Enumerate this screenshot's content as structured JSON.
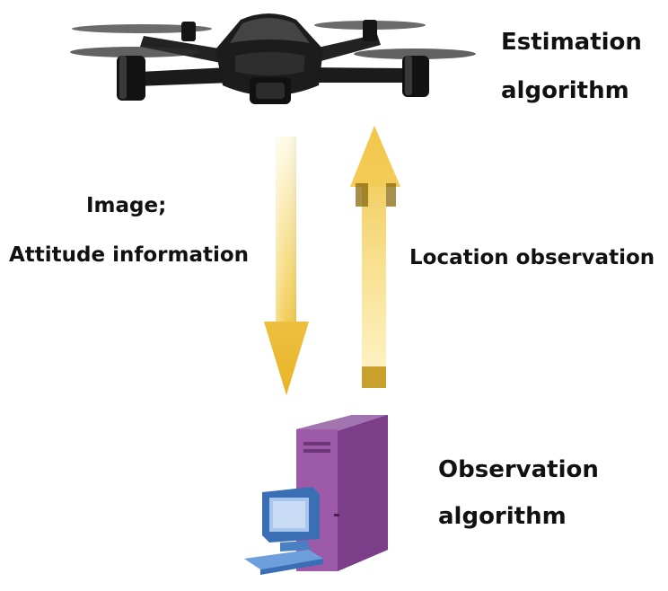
{
  "nodes": {
    "estimation": {
      "line1": "Estimation",
      "line2": "algorithm",
      "icon": "drone-icon"
    },
    "observation": {
      "line1": "Observation",
      "line2": "algorithm",
      "icon": "computer-icon"
    }
  },
  "edges": {
    "down": {
      "line1": "Image;",
      "line2": "Attitude information"
    },
    "up": {
      "label": "Location observation"
    }
  },
  "colors": {
    "arrow_light": "#fff4c2",
    "arrow_mid": "#f7d56a",
    "arrow_dark": "#e6b421",
    "server": "#8e4f9a",
    "server_dark": "#6e3479",
    "monitor": "#5b8fd1"
  }
}
